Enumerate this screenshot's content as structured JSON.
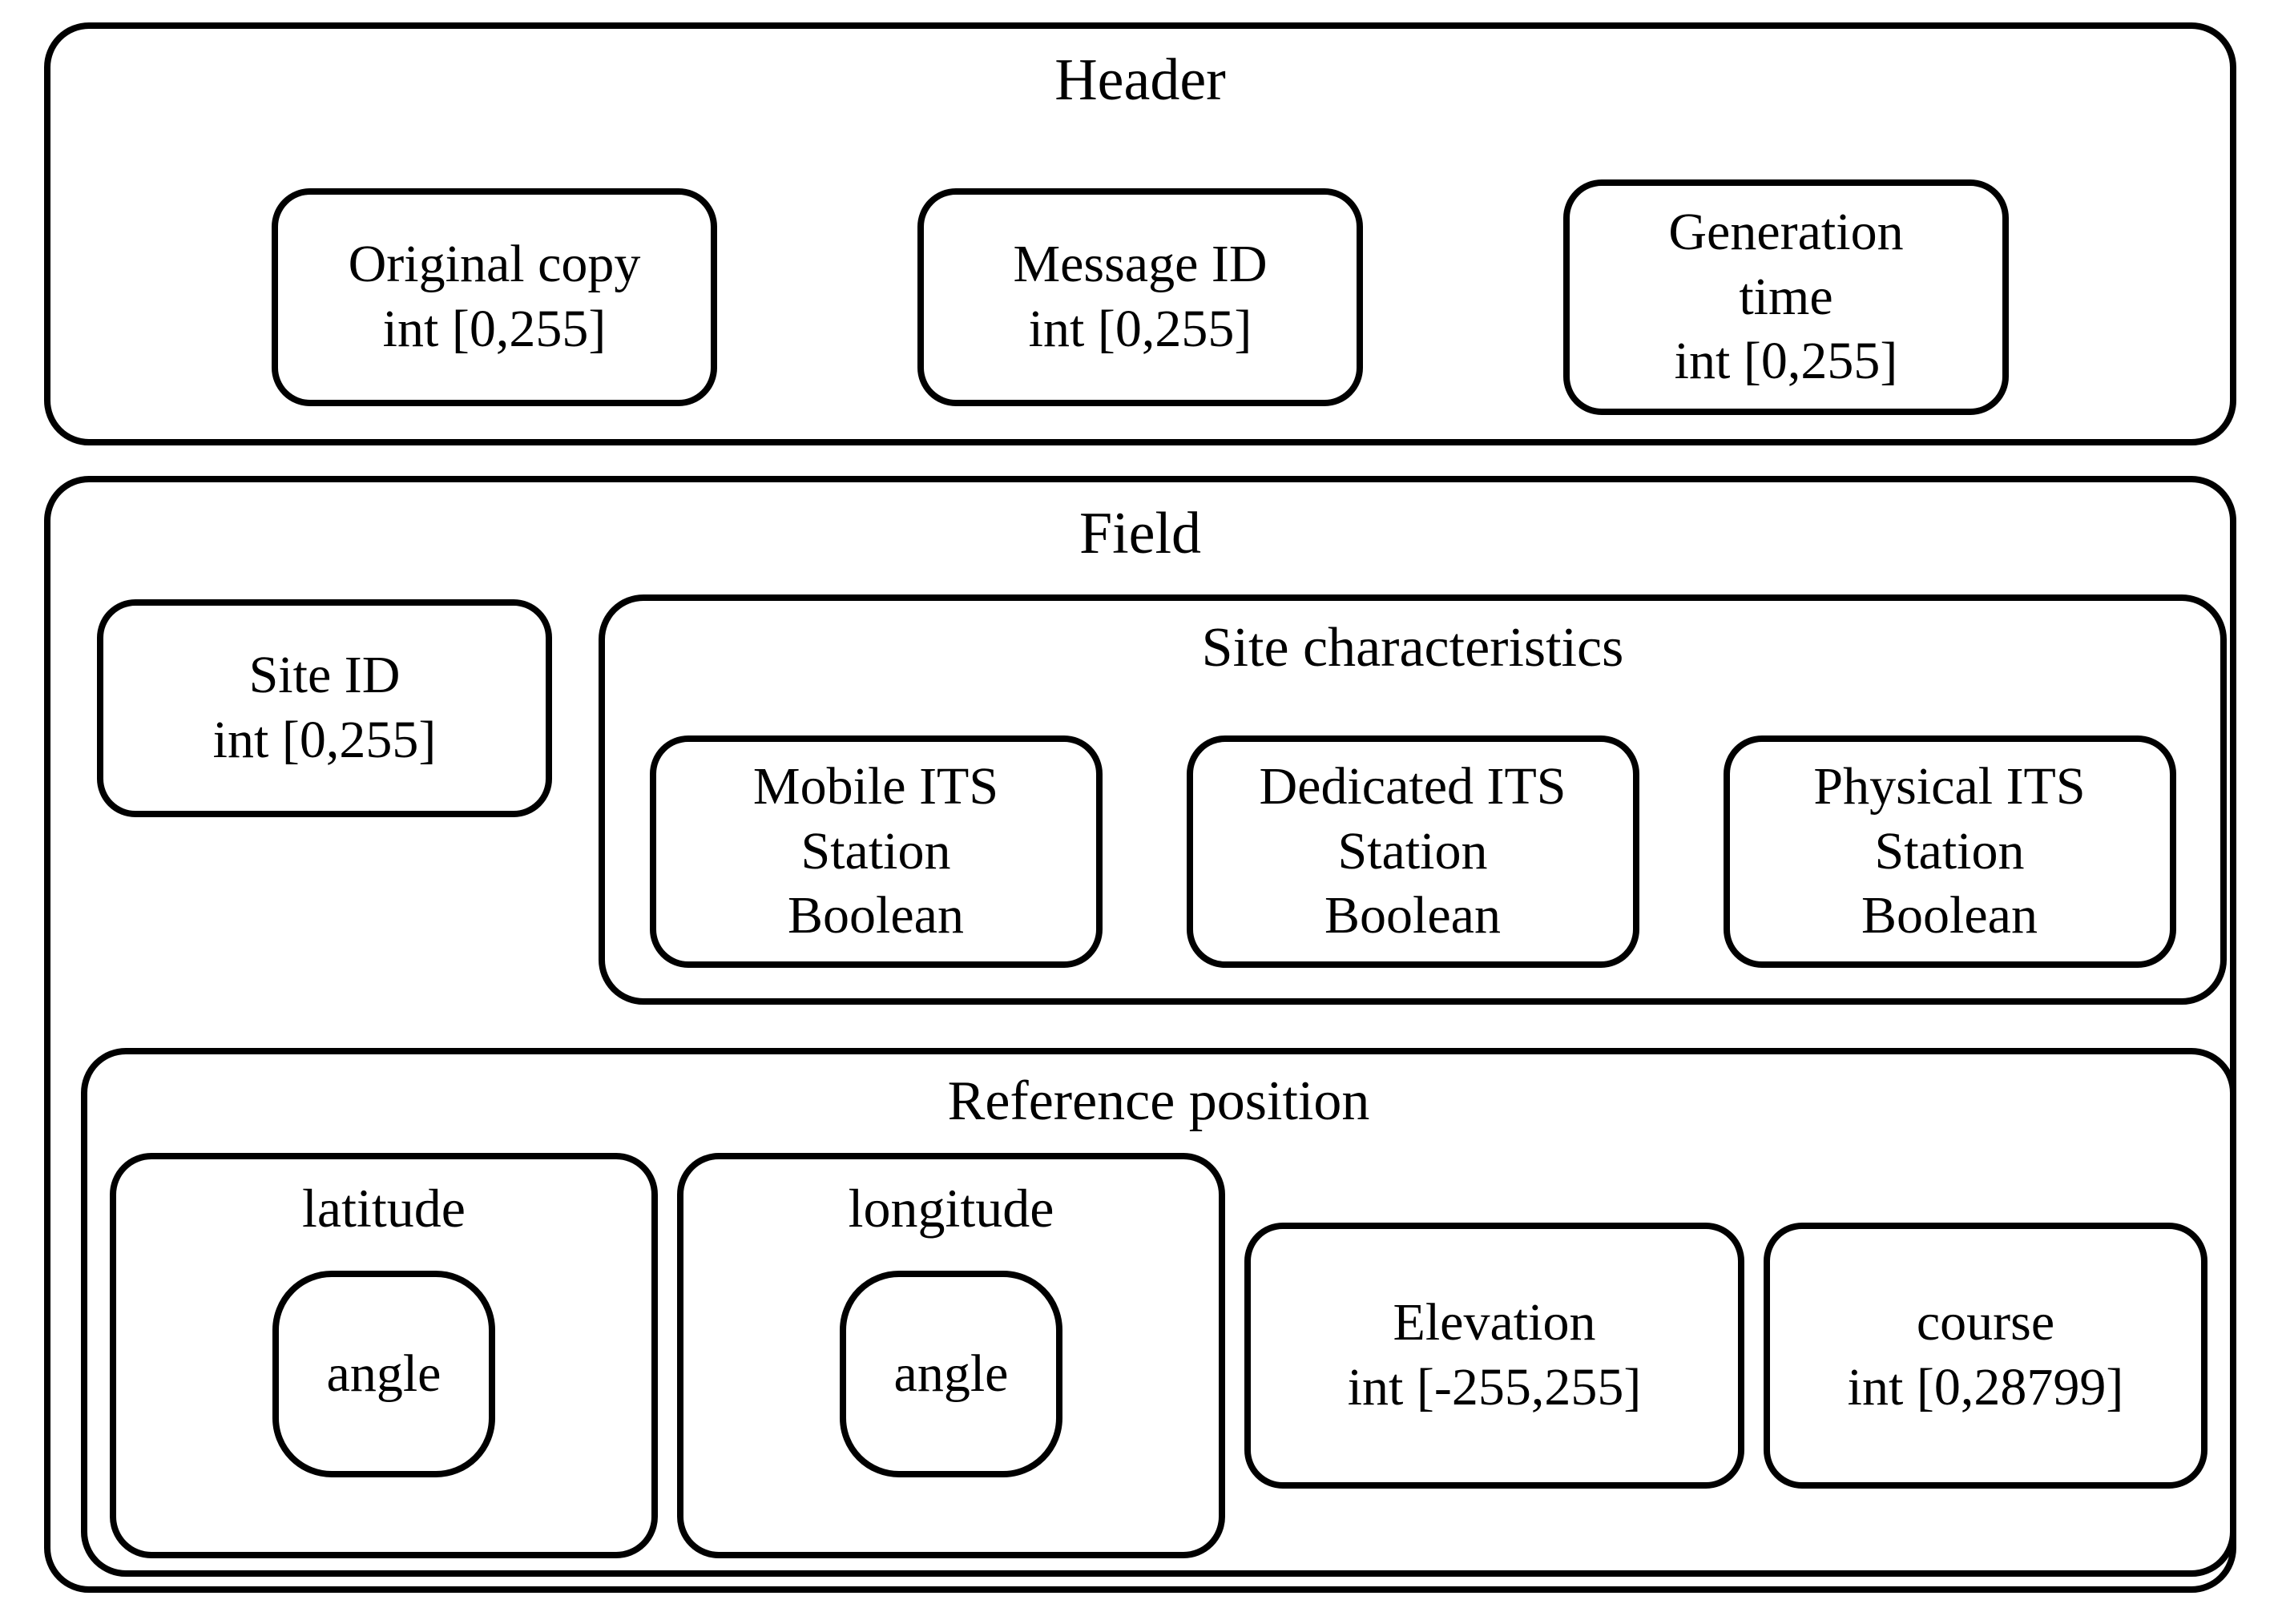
{
  "colors": {
    "border": "#000000",
    "background": "#ffffff",
    "text": "#000000"
  },
  "header": {
    "title": "Header",
    "items": [
      {
        "name": "original-copy",
        "label": "Original copy\nint [0,255]"
      },
      {
        "name": "message-id",
        "label": "Message ID\nint [0,255]"
      },
      {
        "name": "generation-time",
        "label": "Generation\ntime\nint [0,255]"
      }
    ]
  },
  "field": {
    "title": "Field",
    "site_id": {
      "label": "Site ID\nint [0,255]"
    },
    "site_characteristics": {
      "title": "Site characteristics",
      "items": [
        {
          "name": "mobile-its-station",
          "label": "Mobile ITS\nStation\nBoolean"
        },
        {
          "name": "dedicated-its-station",
          "label": "Dedicated ITS\nStation\nBoolean"
        },
        {
          "name": "physical-its-station",
          "label": "Physical ITS\nStation\nBoolean"
        }
      ]
    },
    "reference_position": {
      "title": "Reference position",
      "latitude": {
        "title": "latitude",
        "angle_label": "angle"
      },
      "longitude": {
        "title": "longitude",
        "angle_label": "angle"
      },
      "elevation": {
        "label": "Elevation\nint [-255,255]"
      },
      "course": {
        "label": "course\nint [0,28799]"
      }
    }
  }
}
